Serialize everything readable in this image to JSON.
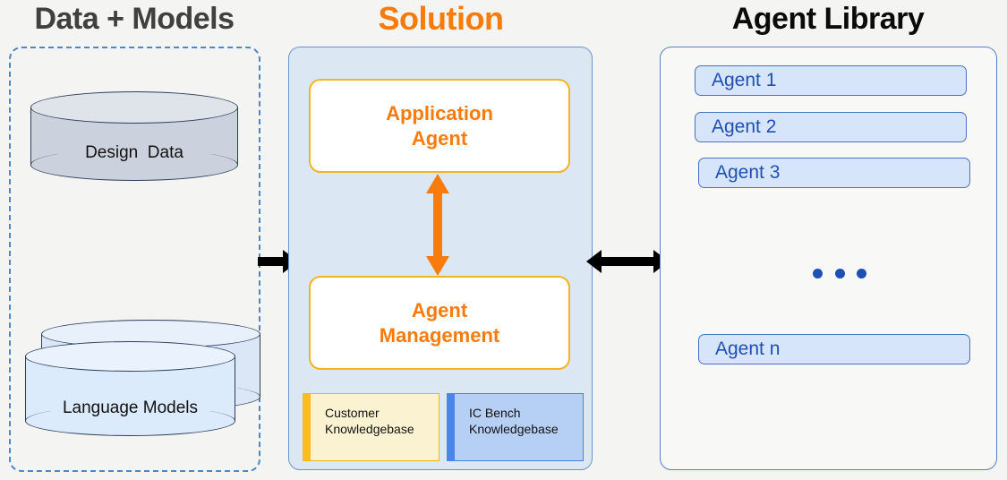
{
  "columns": {
    "data_models": {
      "title": "Data + Models",
      "title_color": "#404040",
      "border_color": "#4a86c8",
      "items": [
        {
          "label": "Design  Data",
          "shape": "cylinder",
          "fill": "#ccd2dd",
          "stroke": "#2c3e5c"
        },
        {
          "label": "Language Models",
          "shape": "stacked-cylinder",
          "fill": "#dcebfb",
          "stroke": "#2c3e5c"
        }
      ]
    },
    "solution": {
      "title": "Solution",
      "title_color": "#f97b0c",
      "panel_fill": "#dce7f4",
      "border_color": "#6e93cc",
      "boxes": [
        {
          "label": "Application\nAgent",
          "fill": "#ffffff",
          "stroke": "#f5b323",
          "text_color": "#f97b0c"
        },
        {
          "label": "Agent\nManagement",
          "fill": "#ffffff",
          "stroke": "#f5b323",
          "text_color": "#f97b0c"
        }
      ],
      "knowledgebases": [
        {
          "label": "Customer\nKnowledgebase",
          "fill": "#fbf2d1",
          "accent": "#f9bc21"
        },
        {
          "label": "IC Bench\nKnowledgebase",
          "fill": "#b6cff4",
          "accent": "#4a86e8"
        }
      ],
      "internal_arrow": {
        "direction": "bidirectional-vertical",
        "color": "#f97b0c"
      }
    },
    "agent_library": {
      "title": "Agent Library",
      "title_color": "#0b0b0b",
      "panel_fill": "#f8f8f7",
      "border_color": "#5b7fc7",
      "agents": [
        {
          "label": "Agent 1"
        },
        {
          "label": "Agent 2"
        },
        {
          "label": "Agent 3"
        },
        {
          "label": "Agent n"
        }
      ],
      "ellipsis": "•••",
      "pill_fill": "#d6e5fa",
      "pill_stroke": "#4a72c4",
      "pill_text_color": "#1f4fb5"
    }
  },
  "connectors": [
    {
      "name": "data-to-solution",
      "direction": "right",
      "color": "#000000"
    },
    {
      "name": "solution-to-library",
      "direction": "bidirectional-horizontal",
      "color": "#000000"
    }
  ]
}
